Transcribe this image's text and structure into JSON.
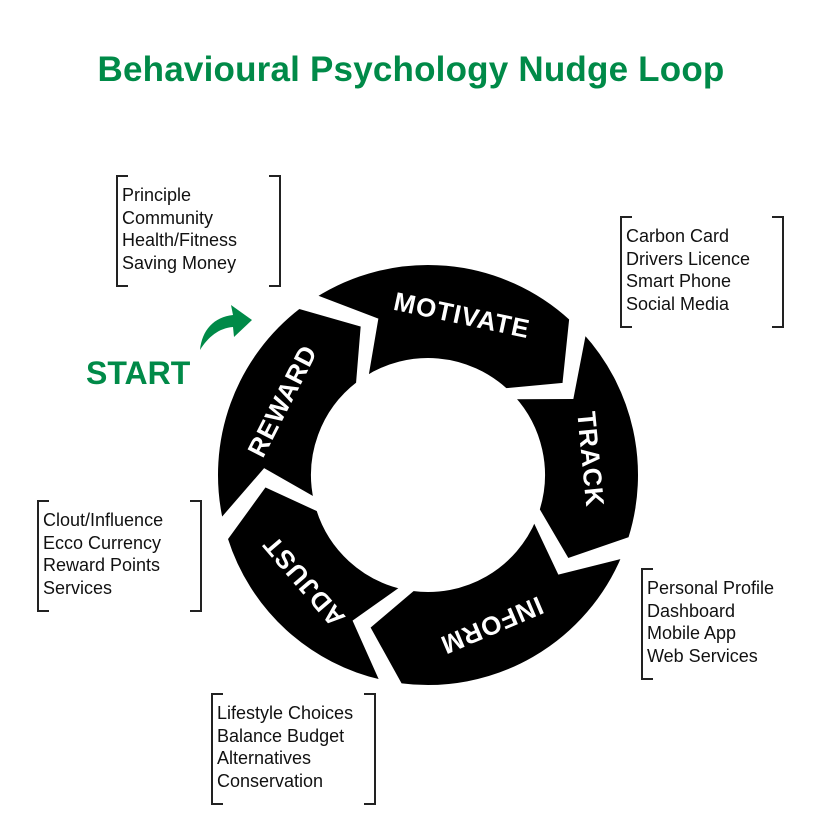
{
  "title": "Behavioural Psychology Nudge Loop",
  "start_label": "START",
  "colors": {
    "accent_green": "#008a48",
    "segment_fill": "#000000",
    "segment_text": "#ffffff",
    "separator": "#ffffff"
  },
  "loop": {
    "direction": "clockwise",
    "stages": [
      {
        "label": "MOTIVATE",
        "items": [
          "Principle",
          "Community",
          "Health/Fitness",
          "Saving Money"
        ]
      },
      {
        "label": "TRACK",
        "items": [
          "Carbon Card",
          "Drivers Licence",
          "Smart Phone",
          "Social Media"
        ]
      },
      {
        "label": "INFORM",
        "items": [
          "Personal Profile",
          "Dashboard",
          "Mobile App",
          "Web Services"
        ]
      },
      {
        "label": "ADJUST",
        "items": [
          "Lifestyle Choices",
          "Balance Budget",
          "Alternatives",
          "Conservation"
        ]
      },
      {
        "label": "REWARD",
        "items": [
          "Clout/Influence",
          "Ecco Currency",
          "Reward Points",
          "Services"
        ]
      }
    ]
  },
  "icons": {
    "start_arrow": "curved-arrow-right-icon"
  }
}
